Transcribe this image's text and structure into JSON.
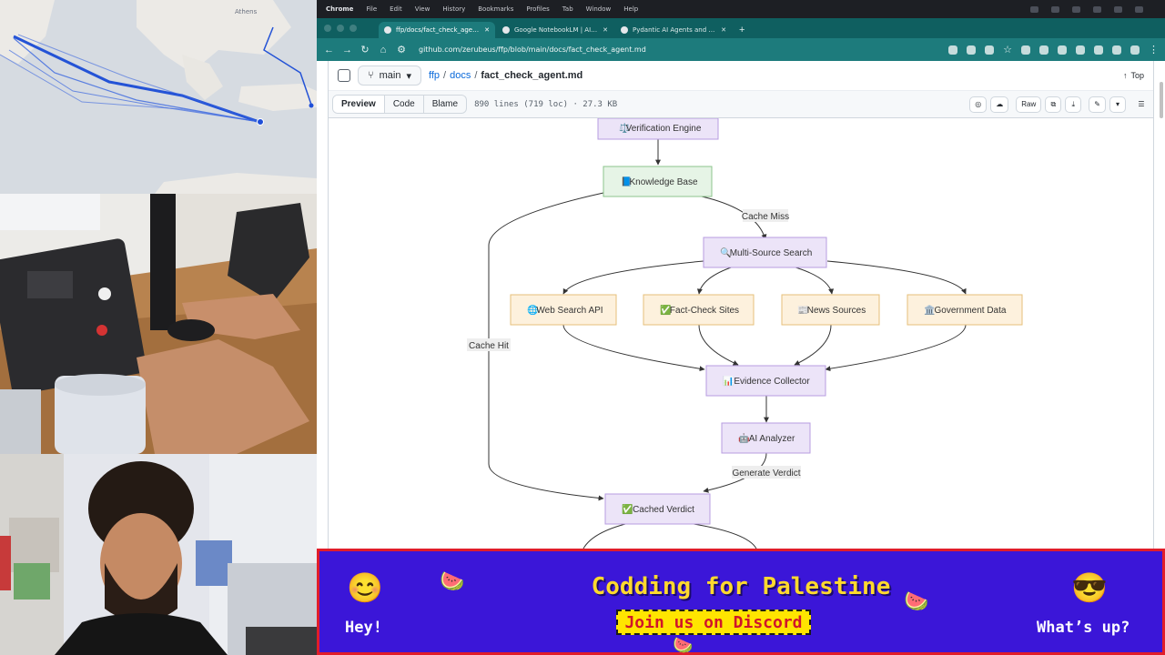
{
  "menubar": {
    "app": "Chrome",
    "items": [
      "File",
      "Edit",
      "View",
      "History",
      "Bookmarks",
      "Profiles",
      "Tab",
      "Window",
      "Help"
    ]
  },
  "tabs": [
    {
      "title": "ffp/docs/fact_check_agent.m",
      "active": true
    },
    {
      "title": "Google NotebookLM | AI Rese",
      "active": false
    },
    {
      "title": "Pydantic AI Agents and Integ",
      "active": false
    }
  ],
  "address": {
    "url": "github.com/zerubeus/ffp/blob/main/docs/fact_check_agent.md"
  },
  "file_header": {
    "branch": "main",
    "crumbs": [
      "ffp",
      "docs"
    ],
    "file": "fact_check_agent.md",
    "top": "Top"
  },
  "view_bar": {
    "tabs": [
      "Preview",
      "Code",
      "Blame"
    ],
    "active_tab": "Preview",
    "meta": "890 lines (719 loc) · 27.3 KB",
    "raw": "Raw"
  },
  "diagram": {
    "nodes": {
      "verification_engine": {
        "icon": "⚖️",
        "label": "Verification Engine"
      },
      "knowledge_base": {
        "icon": "📘",
        "label": "Knowledge Base"
      },
      "multi_source_search": {
        "icon": "🔍",
        "label": "Multi-Source Search"
      },
      "web_search_api": {
        "icon": "🌐",
        "label": "Web Search API"
      },
      "fact_check_sites": {
        "icon": "✅",
        "label": "Fact-Check Sites"
      },
      "news_sources": {
        "icon": "📰",
        "label": "News Sources"
      },
      "government_data": {
        "icon": "🏛️",
        "label": "Government Data"
      },
      "evidence_collector": {
        "icon": "📊",
        "label": "Evidence Collector"
      },
      "ai_analyzer": {
        "icon": "🤖",
        "label": "AI Analyzer"
      },
      "cached_verdict": {
        "icon": "✅",
        "label": "Cached Verdict"
      }
    },
    "edge_labels": {
      "cache_miss": "Cache Miss",
      "cache_hit": "Cache Hit",
      "generate_verdict": "Generate Verdict"
    },
    "colors": {
      "purple_fill": "#ece4f8",
      "purple_stroke": "#b79ce0",
      "green_fill": "#e6f4e6",
      "green_stroke": "#8cc48c",
      "orange_fill": "#fdf1dd",
      "orange_stroke": "#e6bf7a"
    }
  },
  "map": {
    "labels": [
      "Athens"
    ]
  },
  "banner": {
    "title": "Codding for Palestine",
    "button": "Join us on Discord",
    "left_text": "Hey!",
    "right_text": "What’s up?",
    "left_emoji": "😊",
    "right_emoji": "😎",
    "melon": "🍉"
  }
}
